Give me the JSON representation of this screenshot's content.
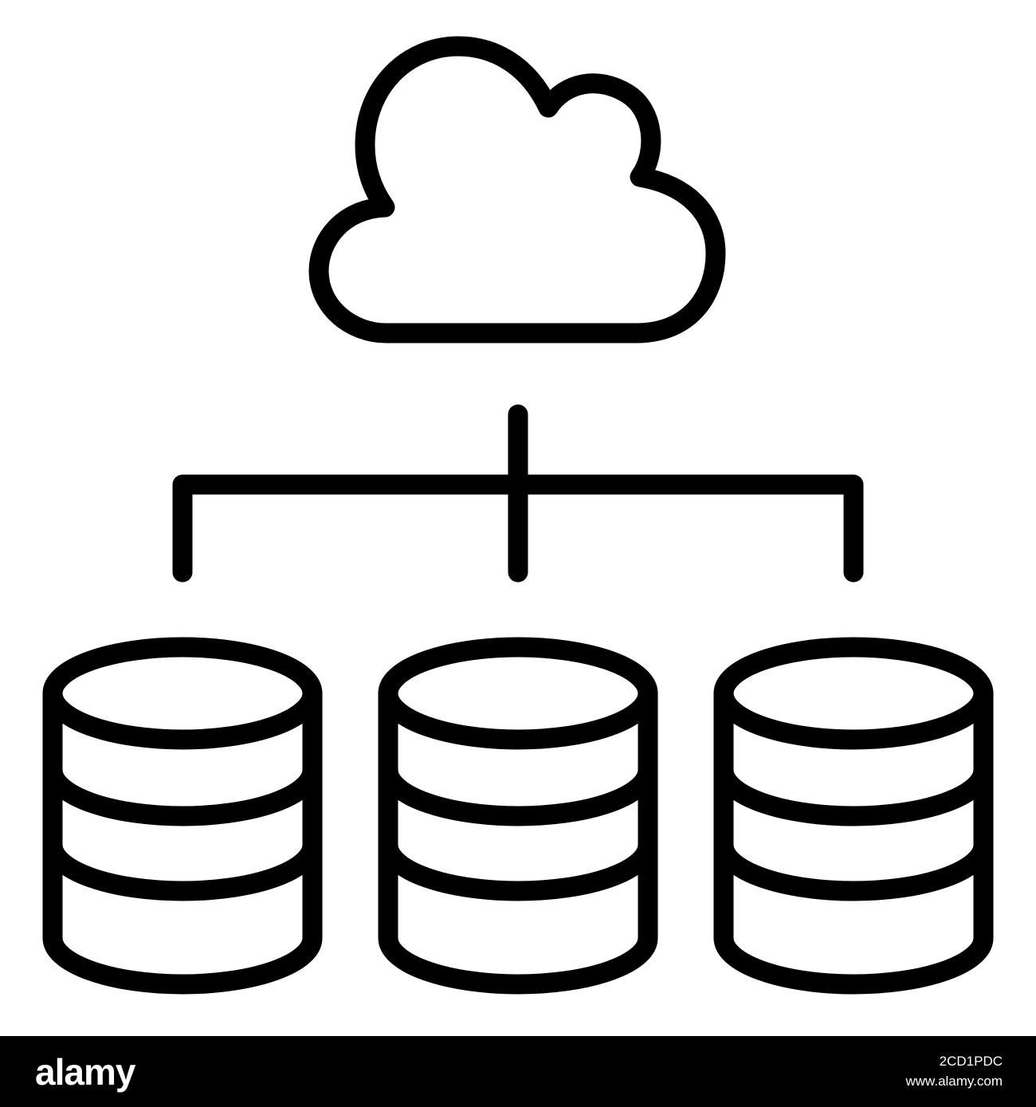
{
  "colors": {
    "ink": "#000000",
    "background": "#ffffff",
    "watermark_bar": "#000000",
    "watermark_text": "#ffffff"
  },
  "icon": {
    "name": "cloud-database-network-icon",
    "parts": [
      "cloud-icon",
      "connector-lines",
      "database-stack-icon",
      "database-stack-icon",
      "database-stack-icon"
    ]
  },
  "watermark": {
    "logo": "alamy",
    "image_id": "2CD1PDC",
    "site": "www.alamy.com"
  }
}
